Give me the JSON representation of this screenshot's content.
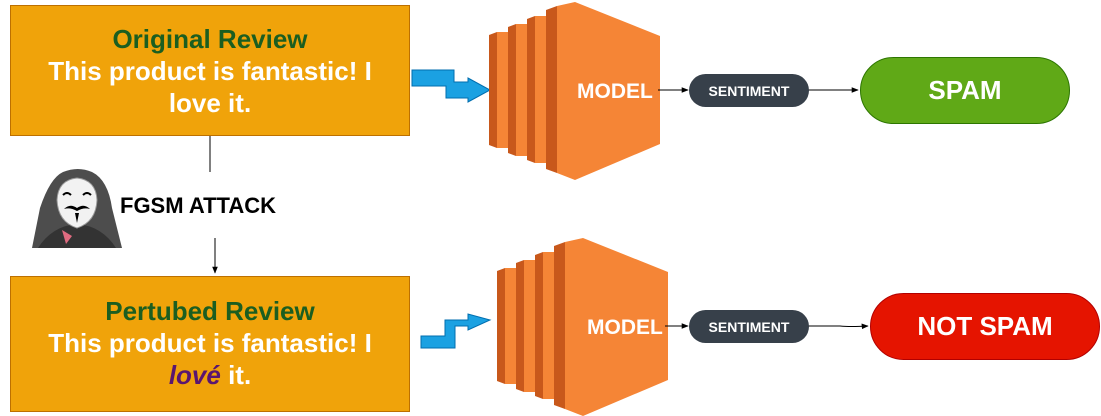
{
  "original_review": {
    "title": "Original Review",
    "line1": "This product is fantastic! I",
    "line2": "love it."
  },
  "perturbed_review": {
    "title": "Pertubed Review",
    "line1": "This product is fantastic! I",
    "line2_highlight": "lové",
    "line2_rest": " it."
  },
  "attack": {
    "label": "FGSM ATTACK",
    "icon": "hacker-icon"
  },
  "model_label": "MODEL",
  "sentiment_label": "SENTIMENT",
  "results": {
    "top": "SPAM",
    "bottom": "NOT SPAM"
  },
  "colors": {
    "review_box": "#f0a30a",
    "title_text": "#1b5e20",
    "highlight_word": "#5a1670",
    "model": "#f58536",
    "arrow": "#1ba1e2",
    "spam": "#60a917",
    "not_spam": "#e51400",
    "sentiment_pill": "#37404a"
  }
}
